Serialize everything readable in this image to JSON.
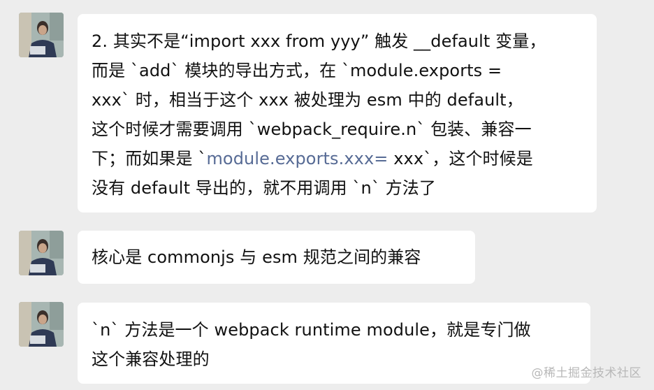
{
  "messages": [
    {
      "avatar_icon": "user-avatar-photo",
      "lines": [
        "2. 其实不是“import xxx from yyy” 触发 __default 变量，",
        "而是 `add` 模块的导出方式，在 `module.exports =",
        "xxx` 时，相当于这个 xxx 被处理为 esm 中的 default，",
        "这个时候才需要调用 `webpack_require.n` 包装、兼容一",
        {
          "pre": "下；而如果是 `",
          "link": "module.exports.xxx=",
          "post": " xxx`，这个时候是"
        },
        "没有 default 导出的，就不用调用 `n` 方法了"
      ]
    },
    {
      "avatar_icon": "user-avatar-photo",
      "lines": [
        "核心是 commonjs 与 esm 规范之间的兼容"
      ]
    },
    {
      "avatar_icon": "user-avatar-photo",
      "lines": [
        "`n` 方法是一个 webpack runtime module，就是专门做",
        "这个兼容处理的"
      ]
    }
  ],
  "watermark": "@稀土掘金技术社区",
  "colors": {
    "background": "#ededed",
    "bubble": "#ffffff",
    "text": "#111111",
    "link": "#576b95"
  }
}
